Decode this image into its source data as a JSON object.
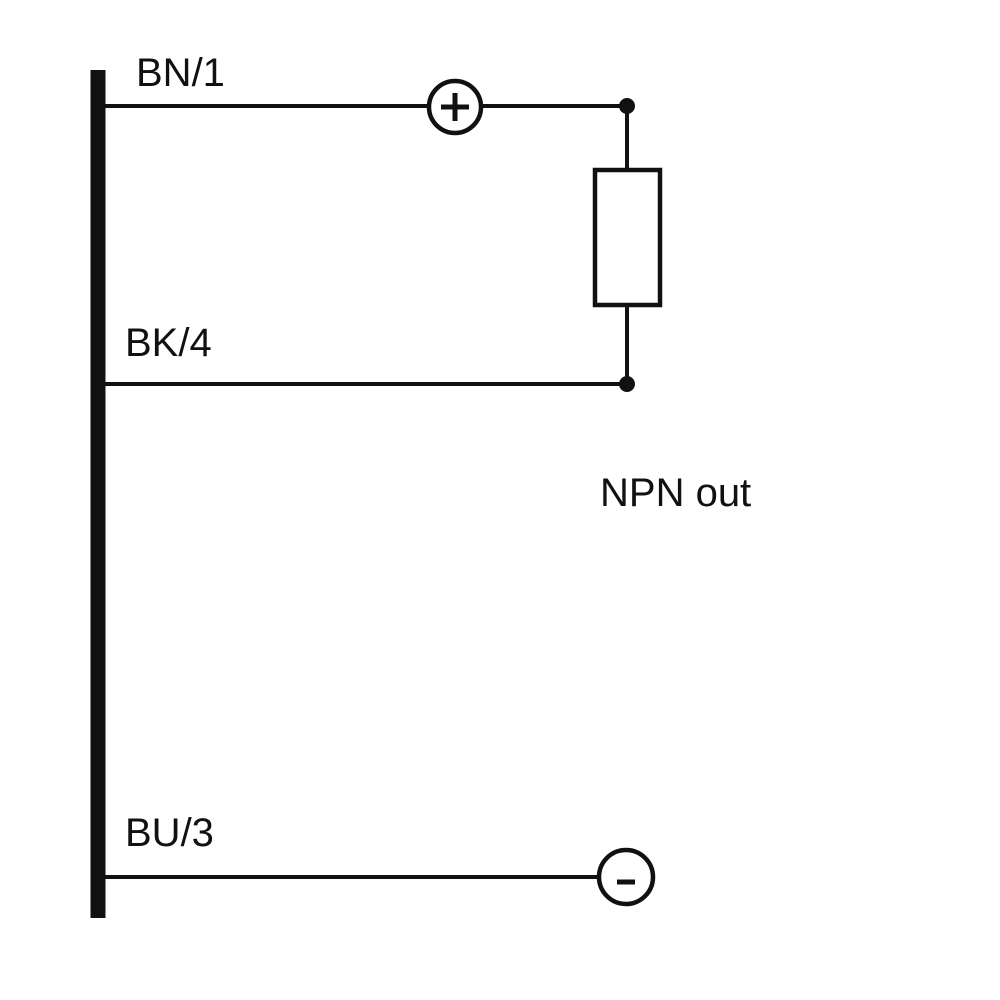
{
  "terminals": {
    "brown": {
      "label": "BN/1"
    },
    "black": {
      "label": "BK/4"
    },
    "blue": {
      "label": "BU/3"
    }
  },
  "output_label": "NPN out",
  "supply": {
    "positive_symbol": "plus-symbol",
    "negative_symbol": "minus-symbol"
  },
  "load": {
    "symbol": "resistor"
  },
  "colors": {
    "line": "#111111",
    "background": "#ffffff"
  }
}
